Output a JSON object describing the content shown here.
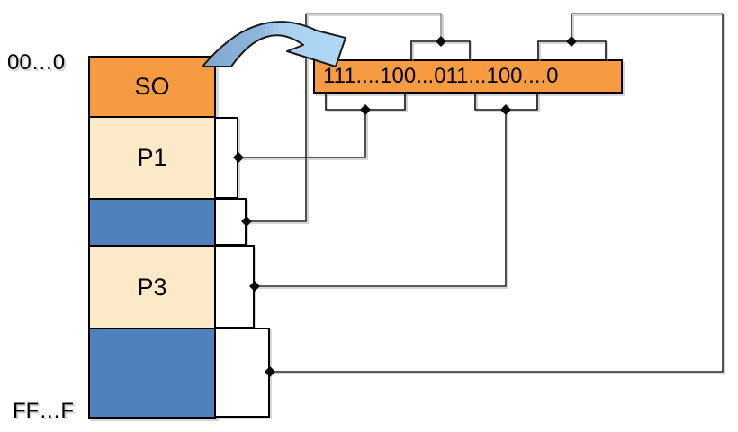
{
  "diagram": {
    "title_hint": "memory-map-with-bitmap",
    "address_labels": {
      "start": "00…0",
      "end": "FF…F"
    },
    "memory_segments": [
      {
        "label": "SO",
        "type": "os",
        "color": "#F79B42"
      },
      {
        "label": "P1",
        "type": "process",
        "color": "#FCE9C8"
      },
      {
        "label": "",
        "type": "hole",
        "color": "#4F81BD"
      },
      {
        "label": "P3",
        "type": "process",
        "color": "#FCE9C8"
      },
      {
        "label": "",
        "type": "hole",
        "color": "#4F81BD"
      }
    ],
    "bitmap": {
      "value": "111....100...011...100....0",
      "color": "#F79B42"
    },
    "colors": {
      "line": "#262626",
      "line_gray": "#8F8F8F",
      "arrow_dark_blue": "#7FA7CE",
      "arrow_light_blue": "#ACD4F4",
      "border": "#000000"
    }
  }
}
